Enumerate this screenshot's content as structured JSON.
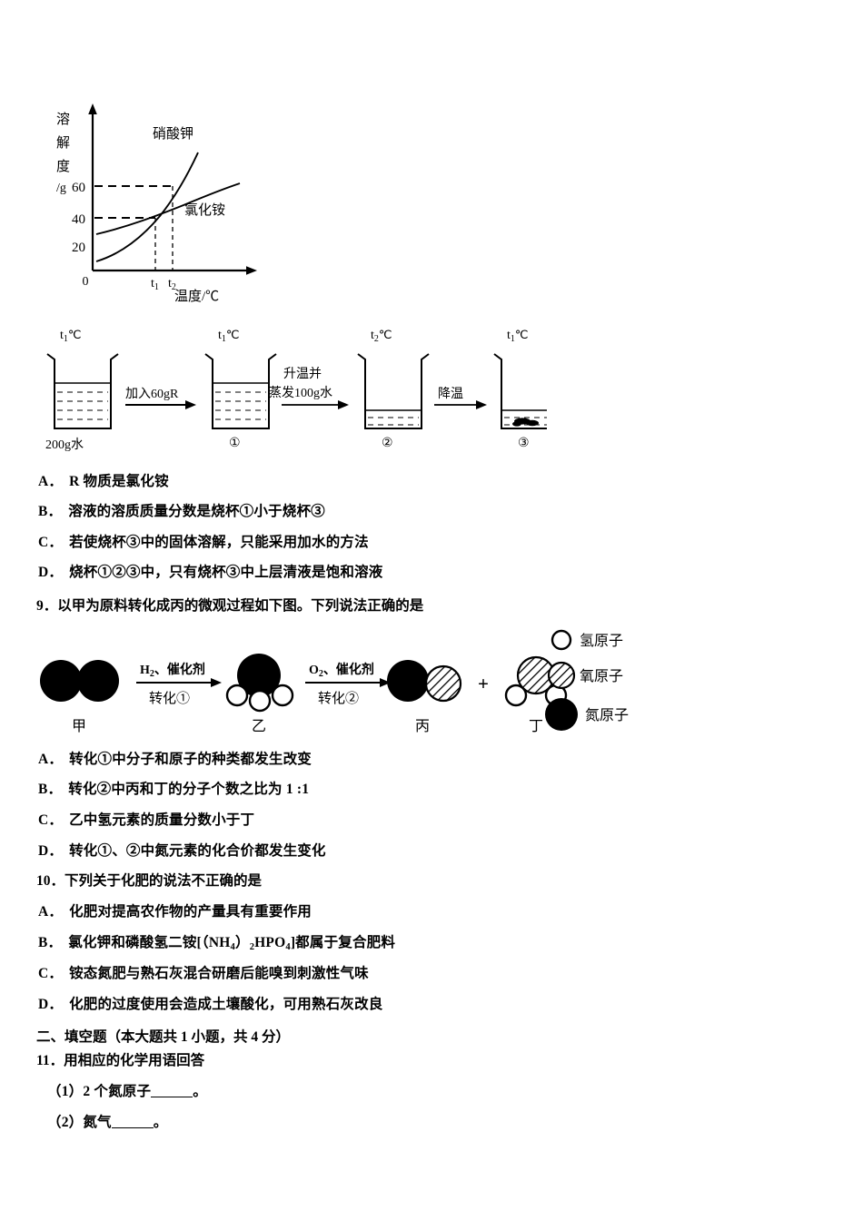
{
  "chart_data": {
    "type": "line",
    "title": "",
    "xlabel": "温度/℃",
    "ylabel": "溶解度/g",
    "ylabel_chars": [
      "溶",
      "解",
      "度",
      "/g"
    ],
    "origin_label": "0",
    "yticks": [
      20,
      40,
      60
    ],
    "ylim": [
      0,
      80
    ],
    "xtick_labels": [
      "t₁",
      "t₂"
    ],
    "xticks": [
      {
        "label_main": "t",
        "label_sub": "1"
      },
      {
        "label_main": "t",
        "label_sub": "2"
      }
    ],
    "grid": false,
    "legend_position": "inline-curve-labels",
    "guides": [
      {
        "y": 60,
        "to_x_label": "t₂",
        "style": "dashed"
      },
      {
        "y": 40,
        "to_x_label": "t₁",
        "style": "dashed"
      }
    ],
    "series": [
      {
        "name": "硝酸钾",
        "label_position": "upper-right-of-curve",
        "points": [
          [
            0,
            14
          ],
          [
            20,
            24
          ],
          [
            40,
            38
          ],
          [
            55,
            48
          ],
          [
            70,
            62
          ],
          [
            82,
            78
          ]
        ]
      },
      {
        "name": "氯化铵",
        "label_position": "right-of-curve",
        "points": [
          [
            0,
            29
          ],
          [
            20,
            34
          ],
          [
            40,
            39
          ],
          [
            60,
            45
          ],
          [
            80,
            52
          ],
          [
            100,
            60
          ]
        ]
      }
    ]
  },
  "beaker_diagram": {
    "name": "crystallization-process-diagram",
    "steps": [
      {
        "id": "beaker-0",
        "temp_main": "t",
        "temp_sub": "1",
        "temp_unit": "℃",
        "caption": "200g水",
        "fill_level": "high",
        "has_solid": false
      },
      {
        "id": "beaker-1",
        "temp_main": "t",
        "temp_sub": "1",
        "temp_unit": "℃",
        "caption": "①",
        "fill_level": "high",
        "has_solid": false
      },
      {
        "id": "beaker-2",
        "temp_main": "t",
        "temp_sub": "2",
        "temp_unit": "℃",
        "caption": "②",
        "fill_level": "low",
        "has_solid": false
      },
      {
        "id": "beaker-3",
        "temp_main": "t",
        "temp_sub": "1",
        "temp_unit": "℃",
        "caption": "③",
        "fill_level": "low",
        "has_solid": true
      }
    ],
    "arrows": [
      {
        "id": "arrow-add",
        "lines": [
          "加入60gR"
        ]
      },
      {
        "id": "arrow-evaporate",
        "lines": [
          "升温并",
          "蒸发100g水"
        ]
      },
      {
        "id": "arrow-cool",
        "lines": [
          "降温"
        ]
      }
    ]
  },
  "q8": {
    "options": [
      {
        "label": "A．",
        "text": "R 物质是氯化铵"
      },
      {
        "label": "B．",
        "text": "溶液的溶质质量分数是烧杯①小于烧杯③"
      },
      {
        "label": "C．",
        "text": "若使烧杯③中的固体溶解，只能采用加水的方法"
      },
      {
        "label": "D．",
        "text": "烧杯①②③中，只有烧杯③中上层清液是饱和溶液"
      }
    ]
  },
  "q9": {
    "number": "9．",
    "stem": "以甲为原料转化成丙的微观过程如下图。下列说法正确的是",
    "diagram": {
      "name": "microscopic-transformation-diagram",
      "molecules": [
        {
          "id": "mol-jia",
          "caption": "甲",
          "formula": "N2",
          "atoms": "two-nitrogen"
        },
        {
          "id": "mol-yi",
          "caption": "乙",
          "formula": "NH3",
          "atoms": "one-nitrogen-three-hydrogen"
        },
        {
          "id": "mol-bing",
          "caption": "丙",
          "formula": "NO",
          "atoms": "one-nitrogen-one-oxygen"
        },
        {
          "id": "mol-ding",
          "caption": "丁",
          "formula": "H2O",
          "atoms": "one-oxygen-two-hydrogen"
        }
      ],
      "plus_sign": "+",
      "arrows": [
        {
          "id": "arrow-conv-1",
          "top_main": "H",
          "top_sub": "2",
          "top_rest": "、催化剂",
          "bottom": "转化①"
        },
        {
          "id": "arrow-conv-2",
          "top_main": "O",
          "top_sub": "2",
          "top_rest": "、催化剂",
          "bottom": "转化②"
        }
      ],
      "legend": [
        {
          "id": "legend-hydrogen",
          "symbol": "white-circle",
          "label": "氢原子"
        },
        {
          "id": "legend-oxygen",
          "symbol": "hatched-circle",
          "label": "氧原子"
        },
        {
          "id": "legend-nitrogen",
          "symbol": "black-circle",
          "label": "氮原子"
        }
      ]
    },
    "options": [
      {
        "label": "A．",
        "text": "转化①中分子和原子的种类都发生改变"
      },
      {
        "label": "B．",
        "text": "转化②中丙和丁的分子个数之比为 1 :1"
      },
      {
        "label": "C．",
        "text": "乙中氢元素的质量分数小于丁"
      },
      {
        "label": "D．",
        "text": "转化①、②中氮元素的化合价都发生变化"
      }
    ]
  },
  "q10": {
    "number": "10．",
    "stem": "下列关于化肥的说法不正确的是",
    "options": [
      {
        "label": "A．",
        "text": "化肥对提高农作物的产量具有重要作用"
      },
      {
        "label": "B．",
        "text_pre": "氯化钾和磷酸氢二铵[（NH",
        "sub1": "4",
        "text_mid": "）",
        "sub2": "2",
        "text_mid2": "HPO",
        "sub3": "4",
        "text_post": "]都属于复合肥料"
      },
      {
        "label": "C．",
        "text": "铵态氮肥与熟石灰混合研磨后能嗅到刺激性气味"
      },
      {
        "label": "D．",
        "text": "化肥的过度使用会造成土壤酸化，可用熟石灰改良"
      }
    ]
  },
  "section2": {
    "heading": "二、填空题（本大题共 1 小题，共 4 分）",
    "q11_number": "11．",
    "q11_stem": "用相应的化学用语回答",
    "items": [
      {
        "label": "（1）",
        "text_pre": "2 个氮原子",
        "text_post": "。"
      },
      {
        "label": "（2）",
        "text_pre": "氮气",
        "text_post": "。"
      }
    ]
  },
  "colors": {
    "ink": "#000000",
    "paper": "#ffffff"
  }
}
